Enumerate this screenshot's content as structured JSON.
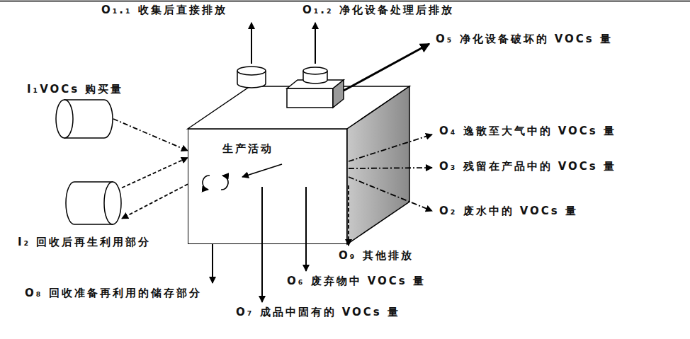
{
  "diagram": {
    "nodes": [
      {
        "text": [
          "I₁VOCs 购买量"
        ]
      },
      {
        "text": [
          "生产活动"
        ]
      },
      {
        "text": [
          "I₂ 回收后再生利用部分"
        ]
      }
    ],
    "edges": [
      {
        "from": 0,
        "to": 1,
        "arrow": "to"
      },
      {
        "from": 2,
        "to": 1,
        "arrow": "to"
      },
      {
        "from": 1,
        "to": 2,
        "arrow": "to"
      }
    ],
    "labels": [
      "O₁.₁ 收集后直接排放",
      "O₁.₂ 净化设备处理后排放",
      "O₅ 净化设备破坏的 VOCs 量",
      "O₄ 逸散至大气中的 VOCs 量",
      "O₃ 残留在产品中的 VOCs 量",
      "O₂ 废水中的 VOCs 量",
      "O₉ 其他排放",
      "O₈ 回收准备再利用的储存部分",
      "O₆ 废弃物中 VOCs 量",
      "O₇ 成品中固有的 VOCs 量"
    ]
  }
}
